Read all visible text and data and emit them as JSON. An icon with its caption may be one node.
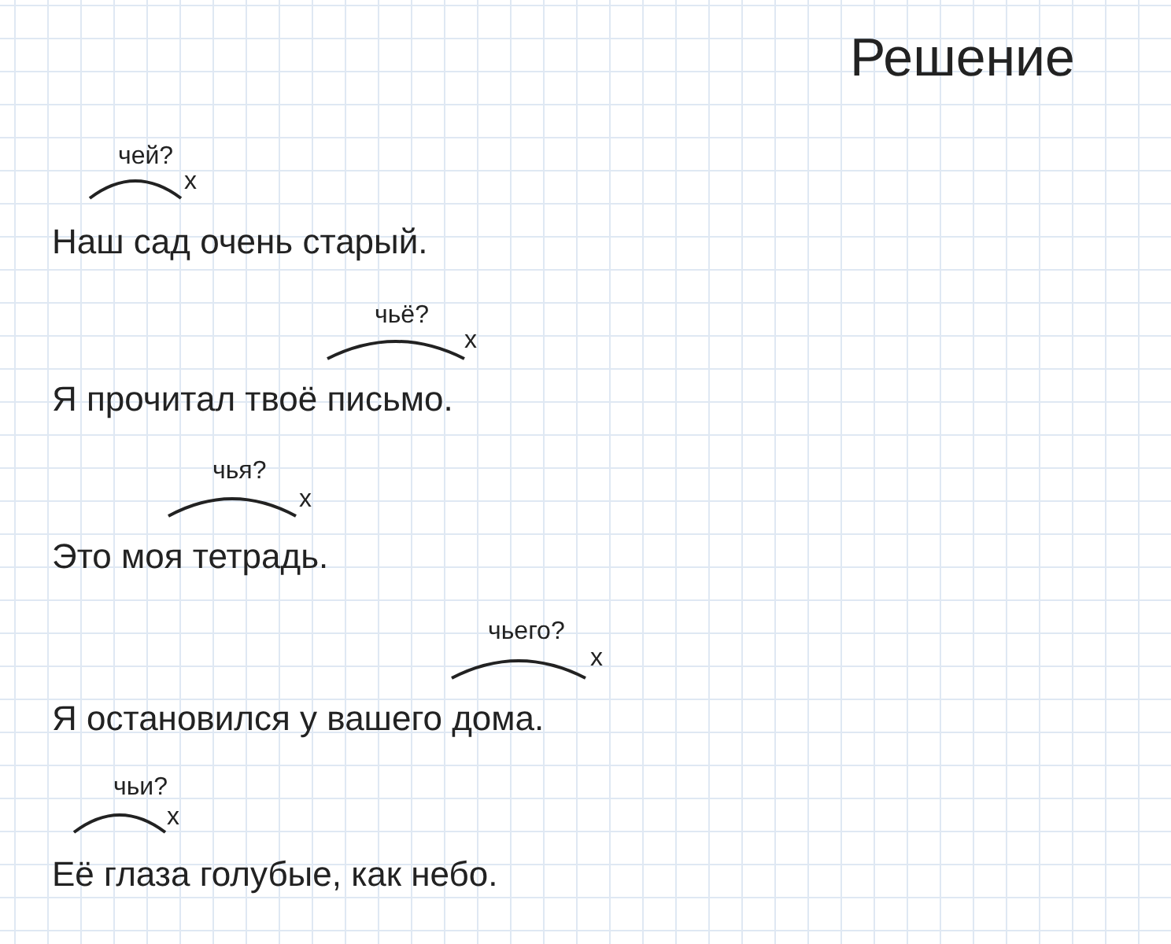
{
  "diagram": {
    "title": "Решение",
    "labels": [
      "чей?",
      "х",
      "Наш сад очень старый.",
      "чьё?",
      "х",
      "Я прочитал твоё письмо.",
      "чья?",
      "х",
      "Это моя тетрадь.",
      "чьего?",
      "х",
      "Я остановился у вашего дома.",
      "чьи?",
      "х",
      "Её глаза голубые, как небо."
    ]
  }
}
